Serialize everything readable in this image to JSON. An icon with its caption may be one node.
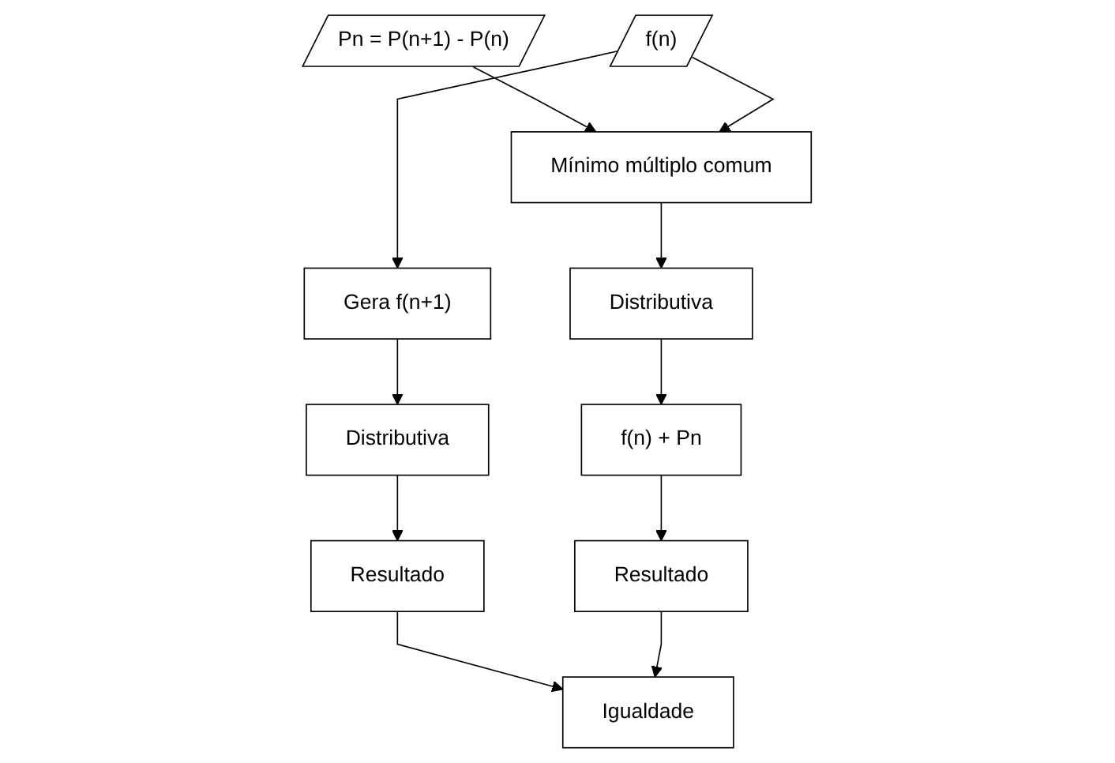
{
  "diagram": {
    "nodes": [
      {
        "text": [
          "Pn = P(n+1) - P(n)"
        ]
      },
      {
        "text": [
          "Gera f(n+1)"
        ]
      },
      {
        "text": [
          "f(n)"
        ]
      },
      {
        "text": [
          "Mínimo múltiplo comum"
        ]
      },
      {
        "text": [
          "Distributiva"
        ]
      },
      {
        "text": [
          "Distributiva"
        ]
      },
      {
        "text": [
          "Resultado"
        ]
      },
      {
        "text": [
          "f(n) + Pn"
        ]
      },
      {
        "text": [
          "Igualdade"
        ]
      },
      {
        "text": [
          "Resultado"
        ]
      }
    ],
    "edges": [
      {
        "from": 0,
        "to": 3,
        "arrow": "to"
      },
      {
        "from": 2,
        "to": 1,
        "arrow": "to"
      },
      {
        "from": 2,
        "to": 3,
        "arrow": "to"
      },
      {
        "from": 1,
        "to": 4,
        "arrow": "to"
      },
      {
        "from": 3,
        "to": 5,
        "arrow": "to"
      },
      {
        "from": 4,
        "to": 6,
        "arrow": "to"
      },
      {
        "from": 5,
        "to": 7,
        "arrow": "to"
      },
      {
        "from": 6,
        "to": 8,
        "arrow": "to"
      },
      {
        "from": 7,
        "to": 9,
        "arrow": "to"
      },
      {
        "from": 9,
        "to": 8,
        "arrow": "to"
      }
    ]
  }
}
